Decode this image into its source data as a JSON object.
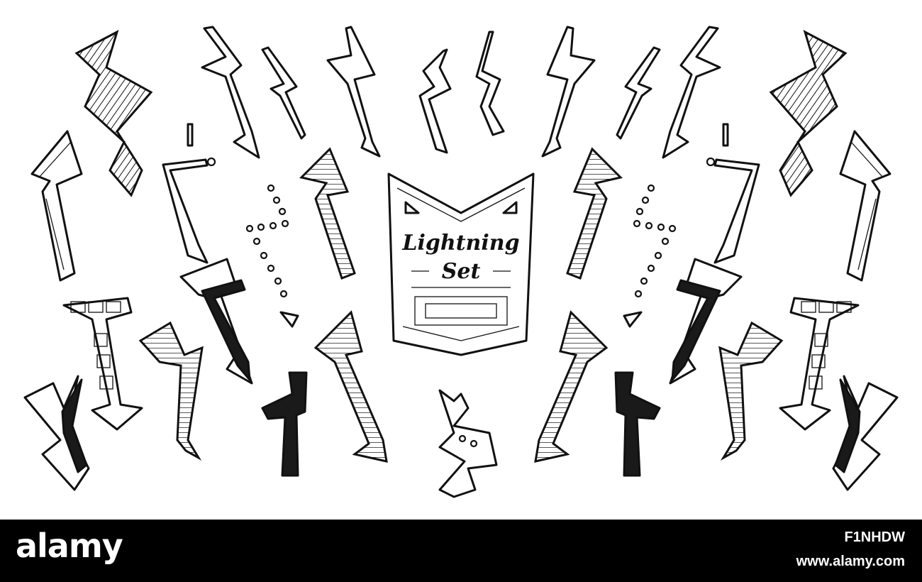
{
  "illustration": {
    "title_line1": "Lightning",
    "title_line2": "Set"
  },
  "watermark": {
    "brand": "alamy",
    "image_id": "F1NHDW",
    "site": "www.alamy.com"
  },
  "colors": {
    "ink": "#111111",
    "paper": "#ffffff",
    "footer": "#000000"
  }
}
